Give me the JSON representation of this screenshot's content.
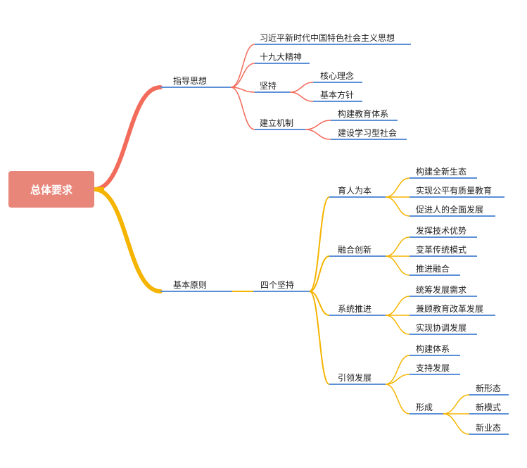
{
  "root": {
    "label": "总体要求"
  },
  "colors": {
    "root_bg": "#E8867A",
    "branch_red": "#F26B5B",
    "branch_orange": "#F5B400",
    "underline": "#5B8FD6"
  },
  "branches": [
    {
      "label": "指导思想",
      "children": [
        {
          "label": "习近平新时代中国特色社会主义思想"
        },
        {
          "label": "十九大精神"
        },
        {
          "label": "坚持",
          "children": [
            {
              "label": "核心理念"
            },
            {
              "label": "基本方针"
            }
          ]
        },
        {
          "label": "建立机制",
          "children": [
            {
              "label": "构建教育体系"
            },
            {
              "label": "建设学习型社会"
            }
          ]
        }
      ]
    },
    {
      "label": "基本原则",
      "children": [
        {
          "label": "四个坚持",
          "children": [
            {
              "label": "育人为本",
              "children": [
                {
                  "label": "构建全新生态"
                },
                {
                  "label": "实现公平有质量教育"
                },
                {
                  "label": "促进人的全面发展"
                }
              ]
            },
            {
              "label": "融合创新",
              "children": [
                {
                  "label": "发挥技术优势"
                },
                {
                  "label": "变革传统模式"
                },
                {
                  "label": "推进融合"
                }
              ]
            },
            {
              "label": "系统推进",
              "children": [
                {
                  "label": "统筹发展需求"
                },
                {
                  "label": "兼顾教育改革发展"
                },
                {
                  "label": "实现协调发展"
                }
              ]
            },
            {
              "label": "引领发展",
              "children": [
                {
                  "label": "构建体系"
                },
                {
                  "label": "支持发展"
                },
                {
                  "label": "形成",
                  "children": [
                    {
                      "label": "新形态"
                    },
                    {
                      "label": "新模式"
                    },
                    {
                      "label": "新业态"
                    }
                  ]
                }
              ]
            }
          ]
        }
      ]
    }
  ]
}
